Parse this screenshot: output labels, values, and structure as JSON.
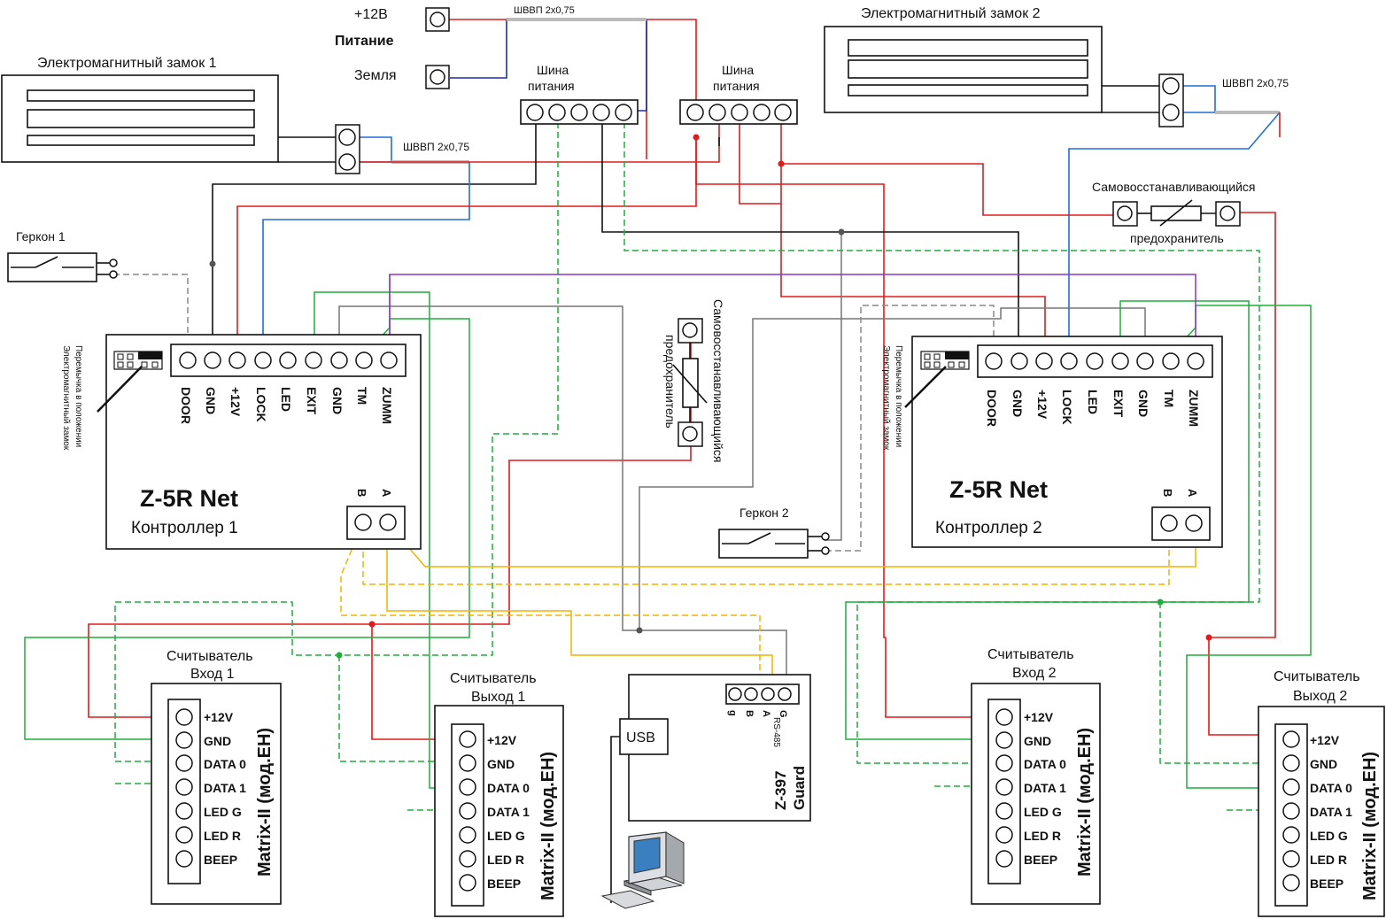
{
  "power": {
    "plus12": "+12В",
    "title": "Питание",
    "ground": "Земля",
    "cable_top": "ШВВП 2х0,75"
  },
  "bus1": {
    "line1": "Шина",
    "line2": "питания"
  },
  "bus2": {
    "line1": "Шина",
    "line2": "питания"
  },
  "lock1": {
    "title": "Электромагнитный замок 1",
    "cable": "ШВВП 2х0,75"
  },
  "lock2": {
    "title": "Электромагнитный замок 2",
    "cable": "ШВВП 2х0,75"
  },
  "fuse_right": {
    "line1": "Самовосстанавливающийся",
    "line2": "предохранитель"
  },
  "fuse_center": {
    "line1": "Самовосстанавливающийся",
    "line2": "предохранитель"
  },
  "gerkon1": {
    "label": "Геркон 1"
  },
  "gerkon2": {
    "label": "Геркон 2"
  },
  "jumper_note": {
    "line1": "Перемычка в положении",
    "line2": "Электромагнитный замок"
  },
  "controller1": {
    "model": "Z-5R Net",
    "name": "Контроллер 1",
    "port_b": "B",
    "port_a": "A",
    "pins": [
      "DOOR",
      "GND",
      "+12V",
      "LOCK",
      "LED",
      "EXIT",
      "GND",
      "TM",
      "ZUMM"
    ]
  },
  "controller2": {
    "model": "Z-5R Net",
    "name": "Контроллер 2",
    "port_b": "B",
    "port_a": "A",
    "pins": [
      "DOOR",
      "GND",
      "+12V",
      "LOCK",
      "LED",
      "EXIT",
      "GND",
      "TM",
      "ZUMM"
    ]
  },
  "readers": [
    {
      "line1": "Считыватель",
      "line2": "Вход 1",
      "model": "Matrix-II (мод.EH)",
      "pins": [
        "+12V",
        "GND",
        "DATA 0",
        "DATA 1",
        "LED G",
        "LED R",
        "BEEP"
      ]
    },
    {
      "line1": "Считыватель",
      "line2": "Выход 1",
      "model": "Matrix-II (мод.EH)",
      "pins": [
        "+12V",
        "GND",
        "DATA 0",
        "DATA 1",
        "LED G",
        "LED R",
        "BEEP"
      ]
    },
    {
      "line1": "Считыватель",
      "line2": "Вход 2",
      "model": "Matrix-II (мод.EH)",
      "pins": [
        "+12V",
        "GND",
        "DATA 0",
        "DATA 1",
        "LED G",
        "LED R",
        "BEEP"
      ]
    },
    {
      "line1": "Считыватель",
      "line2": "Выход 2",
      "model": "Matrix-II (мод.EH)",
      "pins": [
        "+12V",
        "GND",
        "DATA 0",
        "DATA 1",
        "LED G",
        "LED R",
        "BEEP"
      ]
    }
  ],
  "guard": {
    "model_line1": "Z-397",
    "model_line2": "Guard",
    "usb": "USB",
    "rs485": "RS-485",
    "pins": [
      "g",
      "B",
      "A",
      "G"
    ]
  },
  "colors": {
    "plus12": "#e01b1b",
    "gnd": "#111111",
    "lock": "#1f6fd6",
    "data": "#1fae3a",
    "zumm": "#8a35c8",
    "rs485": "#f0b400",
    "door": "#888888"
  }
}
